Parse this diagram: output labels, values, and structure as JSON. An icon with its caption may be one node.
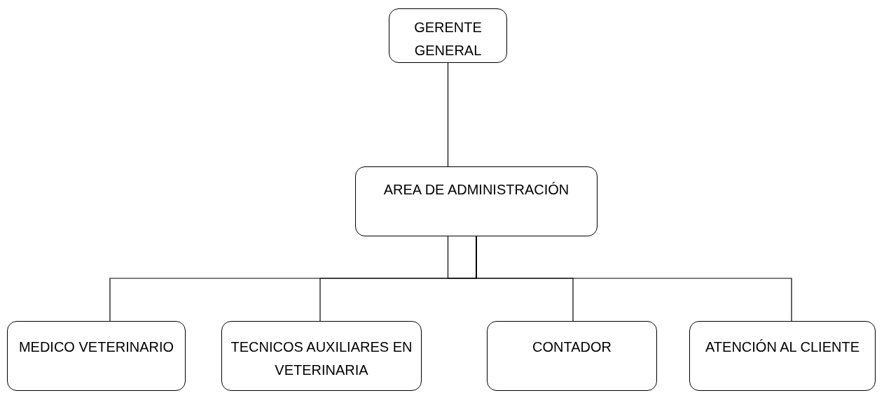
{
  "diagram": {
    "nodes": [
      {
        "text": [
          "GERENTE GENERAL"
        ]
      },
      {
        "text": [
          "AREA DE ADMINISTRACIÓN"
        ]
      },
      {
        "text": [
          "MEDICO VETERINARIO"
        ]
      },
      {
        "text": [
          "TECNICOS AUXILIARES EN VETERINARIA"
        ]
      },
      {
        "text": [
          "CONTADOR"
        ]
      },
      {
        "text": [
          "ATENCIÓN AL CLIENTE"
        ]
      }
    ],
    "edges": [
      {
        "from": 0,
        "to": 1,
        "arrow": "none"
      },
      {
        "from": 1,
        "to": 2,
        "arrow": "none"
      },
      {
        "from": 1,
        "to": 3,
        "arrow": "none"
      },
      {
        "from": 1,
        "to": 4,
        "arrow": "none"
      },
      {
        "from": 1,
        "to": 5,
        "arrow": "none"
      }
    ]
  }
}
